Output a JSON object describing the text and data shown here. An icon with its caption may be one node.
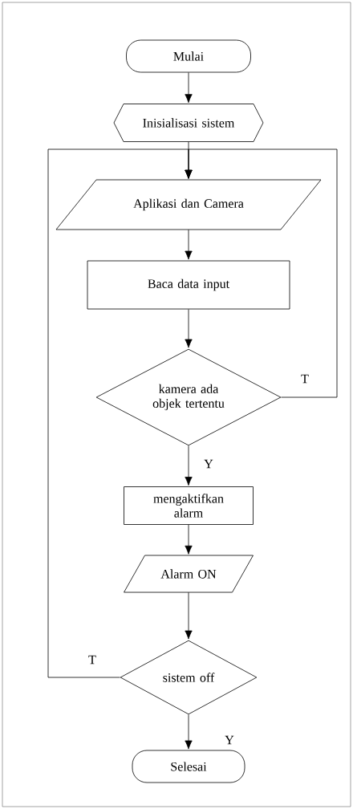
{
  "diagram": {
    "nodes": [
      {
        "text": [
          "Mulai"
        ]
      },
      {
        "text": [
          "Inisialisasi sistem"
        ]
      },
      {
        "text": [
          "Aplikasi dan Camera"
        ]
      },
      {
        "text": [
          "Baca data input"
        ]
      },
      {
        "text": [
          "kamera ada objek tertentu"
        ]
      },
      {
        "text": [
          "mengaktifkan alarm"
        ]
      },
      {
        "text": [
          "Alarm ON"
        ]
      },
      {
        "text": [
          "sistem off"
        ]
      },
      {
        "text": [
          "Selesai"
        ]
      }
    ],
    "edges": [
      {
        "from": 0,
        "to": 1,
        "arrow": "to"
      },
      {
        "from": 1,
        "to": 2,
        "arrow": "to"
      },
      {
        "from": 2,
        "to": 3,
        "arrow": "to"
      },
      {
        "from": 3,
        "to": 4,
        "arrow": "to"
      },
      {
        "from": 4,
        "to": 5,
        "arrow": "to",
        "label": "Y"
      },
      {
        "from": 5,
        "to": 6,
        "arrow": "to"
      },
      {
        "from": 6,
        "to": 7,
        "arrow": "to"
      },
      {
        "from": 7,
        "to": 8,
        "arrow": "to",
        "label": "Y"
      },
      {
        "from": 4,
        "to": 2,
        "arrow": "to",
        "label": "T"
      },
      {
        "from": 7,
        "to": 2,
        "arrow": "to",
        "label": "T"
      }
    ]
  }
}
